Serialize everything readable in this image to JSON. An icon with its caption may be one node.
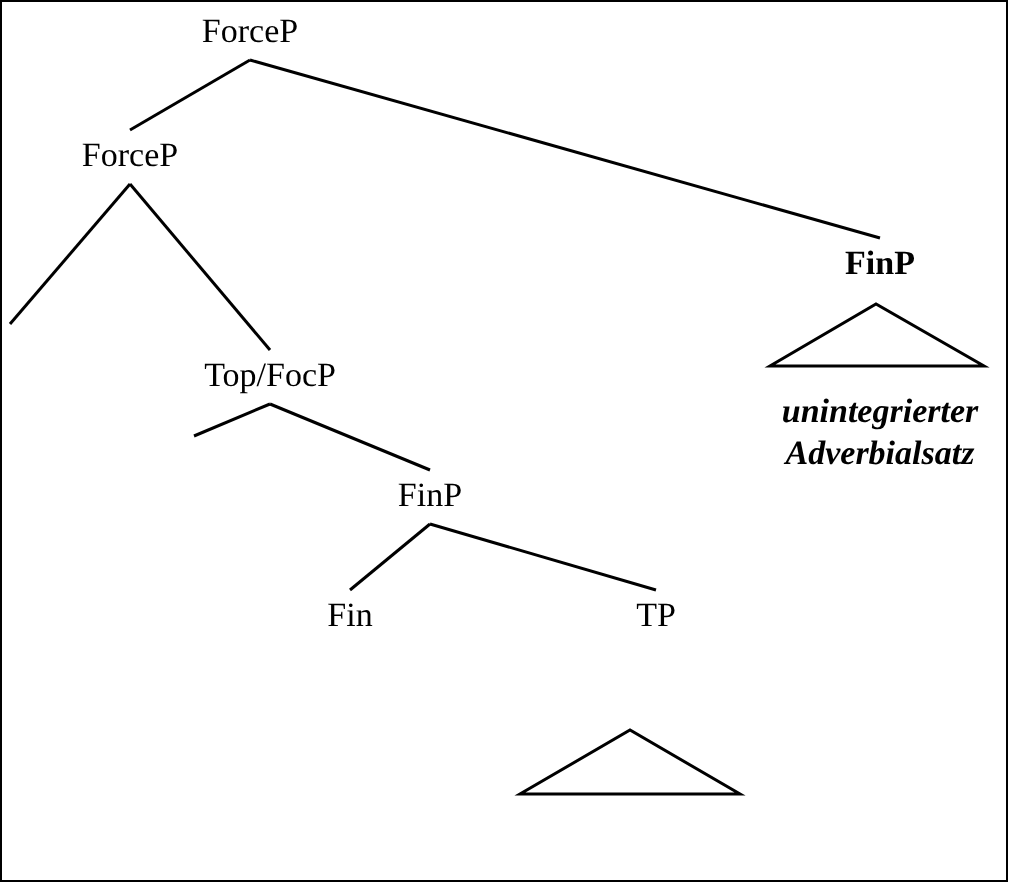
{
  "diagram": {
    "nodes": [
      {
        "text": [
          "ForceP"
        ]
      },
      {
        "text": [
          "ForceP"
        ]
      },
      {
        "text": [
          "FinP"
        ]
      },
      {
        "text": [
          "Top/FocP"
        ]
      },
      {
        "text": [
          "FinP"
        ]
      },
      {
        "text": [
          "Fin"
        ]
      },
      {
        "text": [
          "TP"
        ]
      },
      {
        "text": [],
        "shape": "triangle",
        "beside": [
          "unintegrierter Adverbialsatz"
        ]
      },
      {
        "text": [],
        "shape": "triangle"
      }
    ],
    "edges": [
      {
        "from": 0,
        "to": 1,
        "arrow": "none"
      },
      {
        "from": 0,
        "to": 2,
        "arrow": "none"
      },
      {
        "from": 1,
        "to": null,
        "arrow": "none"
      },
      {
        "from": 1,
        "to": 3,
        "arrow": "none"
      },
      {
        "from": 3,
        "to": null,
        "arrow": "none"
      },
      {
        "from": 3,
        "to": 4,
        "arrow": "none"
      },
      {
        "from": 4,
        "to": 5,
        "arrow": "none"
      },
      {
        "from": 4,
        "to": 6,
        "arrow": "none"
      }
    ]
  }
}
